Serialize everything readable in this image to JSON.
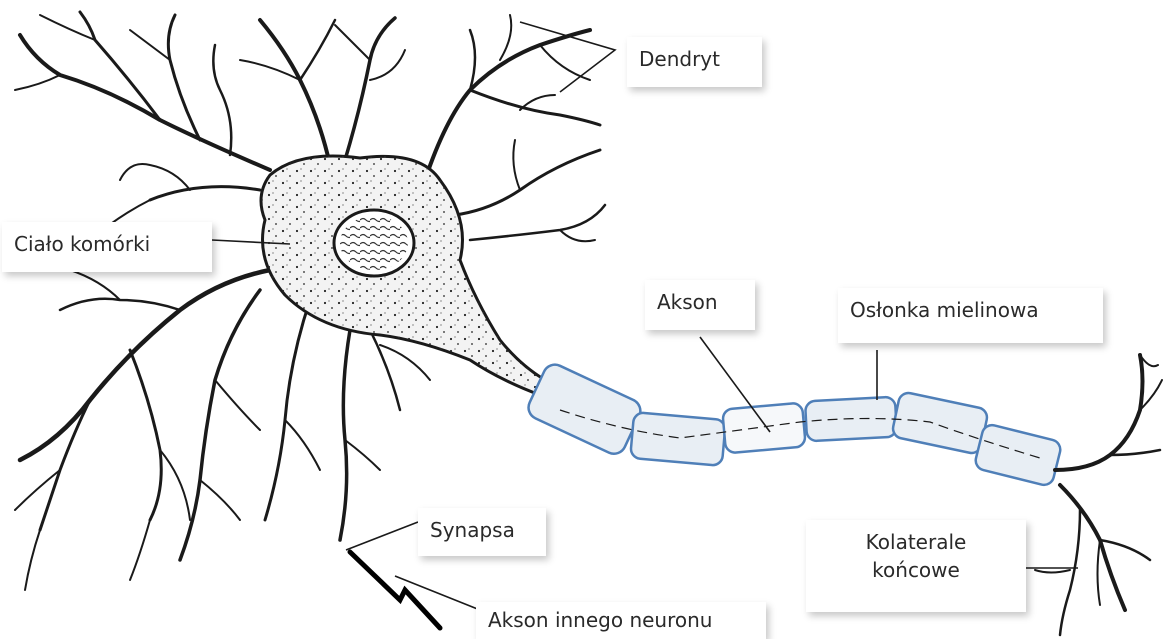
{
  "labels": {
    "dendryt": "Dendryt",
    "cialo": "Ciało komórki",
    "akson": "Akson",
    "oslonka": "Osłonka mielinowa",
    "synapsa": "Synapsa",
    "kolaterale_line1": "Kolaterale",
    "kolaterale_line2": "końcowe",
    "akson_innego": "Akson innego neuronu"
  },
  "colors": {
    "ink": "#1a1a1a",
    "myelin_stroke": "#4f7fb8",
    "myelin_fill": "#e8eef4",
    "cell_fill": "#f4f4f4",
    "label_text": "#2a2a2a"
  }
}
